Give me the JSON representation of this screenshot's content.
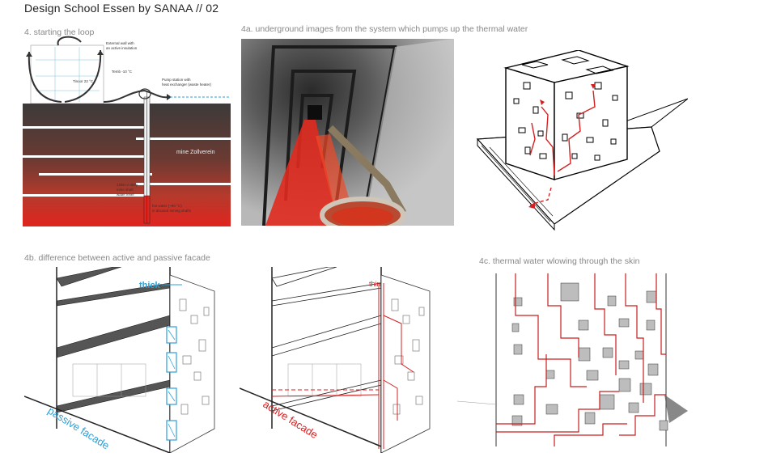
{
  "title": "Design School Essen by SANAA // 02",
  "captions": {
    "c4": "4. starting the loop",
    "c4a": "4a. underground images from the system which pumps up the thermal water",
    "c4b": "4b. difference between active and passive facade",
    "c4c": "4c. thermal water wlowing through the skin"
  },
  "section4": {
    "wall_note_1": "External wall with",
    "wall_note_2": "an active insulation",
    "temp_out": "Temb -10 °C",
    "temp_in": "Tinoor 22 °C",
    "pump_1": "Pump station with",
    "pump_2": "heat exchanger (waste heater)",
    "mine": "mine  Zollverein",
    "depth_1": "1256 m deep",
    "depth_2": "mine shaft",
    "depth_3": "water level",
    "hot_1": "hot water (~90 °C)",
    "hot_2": "in disused mining shafts"
  },
  "section4b": {
    "thick": "thick",
    "thin": "thin",
    "passive": "passive facade",
    "active": "active facade"
  },
  "colors": {
    "red": "#d42020",
    "blue": "#2aa0d8",
    "dark": "#3a3a3a"
  }
}
